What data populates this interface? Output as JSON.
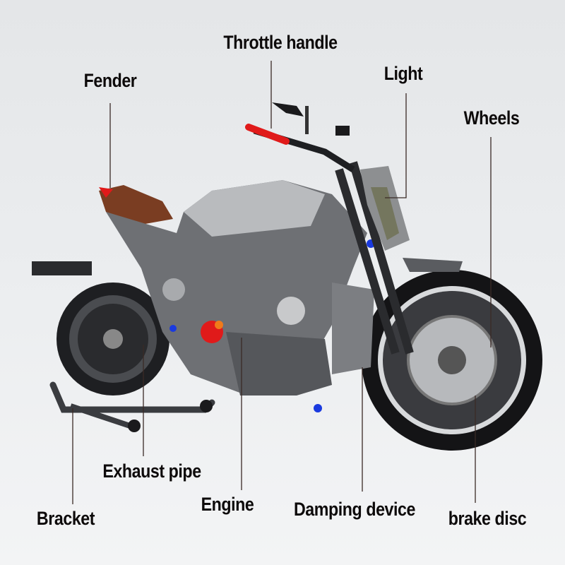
{
  "labels": {
    "throttle_handle": "Throttle handle",
    "light": "Light",
    "fender": "Fender",
    "wheels": "Wheels",
    "exhaust_pipe": "Exhaust pipe",
    "bracket": "Bracket",
    "engine": "Engine",
    "damping_device": "Damping device",
    "brake_disc": "brake disc"
  },
  "colors": {
    "leader_line": "#3a2a26",
    "accent_red": "#e01a1a",
    "accent_blue": "#1a3adf",
    "accent_orange": "#f07a1a"
  }
}
